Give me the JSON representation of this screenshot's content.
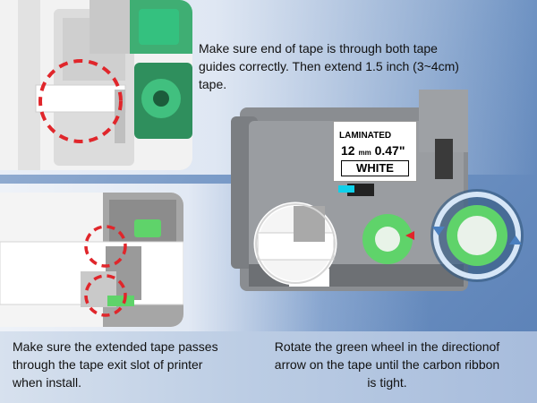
{
  "captions": {
    "tape_guides": "Make sure end of tape is through both tape guides correctly. Then extend 1.5 inch (3~4cm) tape.",
    "tape_exit": "Make sure the extended tape passes through the tape exit slot of printer when install.",
    "green_wheel": "Rotate the green wheel in the directionof arrow on the tape until the carbon ribbon is tight."
  },
  "cassette_label": {
    "type": "LAMINATED",
    "width_value": "12",
    "width_unit": "mm",
    "width_inch": "0.47\"",
    "color": "WHITE"
  },
  "colors": {
    "accent_red": "#e0262b",
    "wheel_green": "#5fd36a",
    "cassette_gray": "#8a8d91",
    "background_blue": "#6f93c3"
  }
}
